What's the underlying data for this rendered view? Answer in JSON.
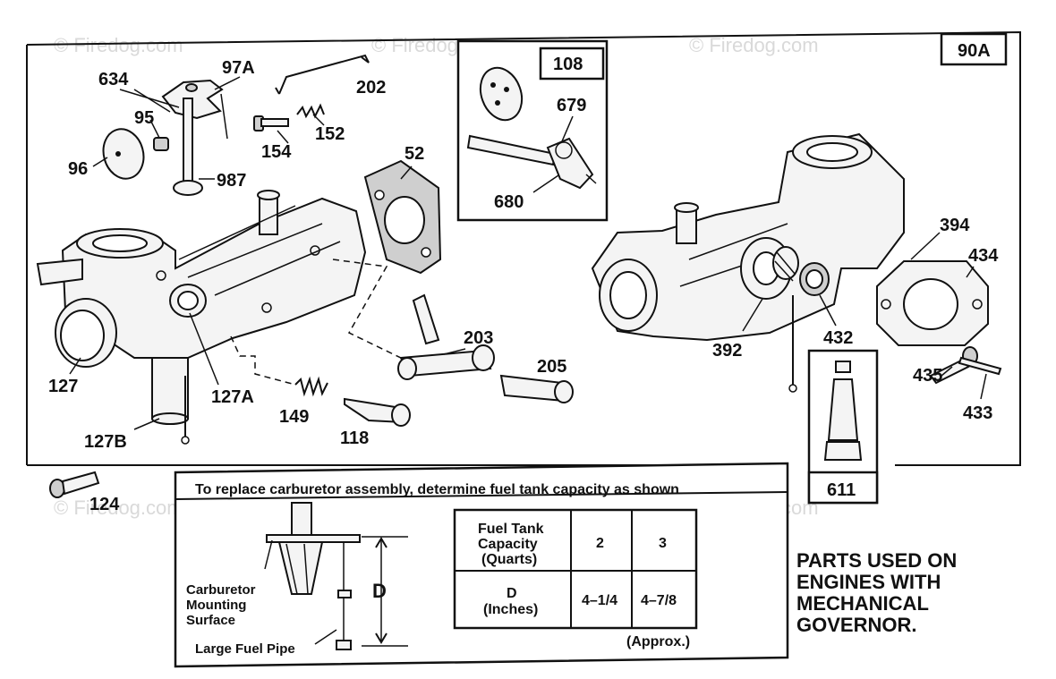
{
  "figure_id": "90A",
  "watermark": "© Firedog.com",
  "parts": {
    "p634": "634",
    "p97a": "97A",
    "p202": "202",
    "p95": "95",
    "p96": "96",
    "p154": "154",
    "p152": "152",
    "p987": "987",
    "p52": "52",
    "p127": "127",
    "p127a": "127A",
    "p127b": "127B",
    "p149": "149",
    "p118": "118",
    "p203": "203",
    "p205": "205",
    "p124": "124",
    "p108": "108",
    "p679": "679",
    "p680": "680",
    "p394": "394",
    "p434": "434",
    "p392": "392",
    "p432": "432",
    "p435": "435",
    "p433": "433",
    "p611": "611"
  },
  "capacity_panel": {
    "title": "To replace carburetor assembly, determine fuel tank capacity as shown",
    "carb_label_1": "Carburetor",
    "carb_label_2": "Mounting",
    "carb_label_3": "Surface",
    "pipe_label": "Large Fuel Pipe",
    "d_label": "D",
    "approx_note": "(Approx.)",
    "table": {
      "row1_head_1": "Fuel Tank",
      "row1_head_2": "Capacity",
      "row1_head_3": "(Quarts)",
      "row2_head_1": "D",
      "row2_head_2": "(Inches)",
      "cap_2": "2",
      "cap_3": "3",
      "d_2": "4–1/4",
      "d_3": "4–7/8"
    }
  },
  "note": {
    "line1": "PARTS USED ON",
    "line2": "ENGINES WITH",
    "line3": "MECHANICAL",
    "line4": "GOVERNOR."
  }
}
